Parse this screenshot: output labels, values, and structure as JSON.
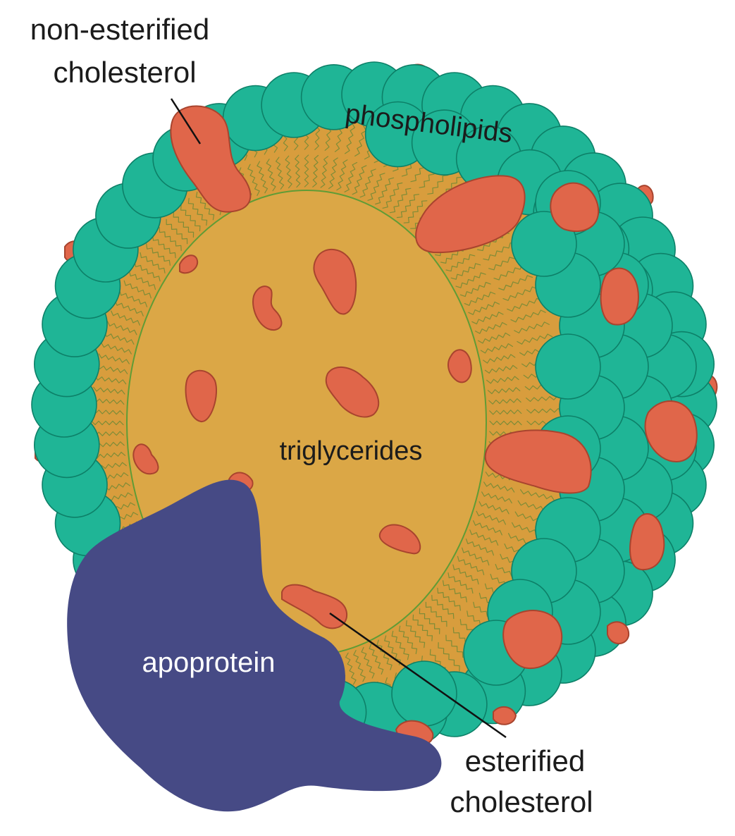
{
  "labels": {
    "non_esterified_cholesterol": {
      "line1": "non-esterified",
      "line2": "cholesterol"
    },
    "phospholipids": "phospholipids",
    "triglycerides": "triglycerides",
    "apoprotein": "apoprotein",
    "esterified_cholesterol": {
      "line1": "esterified",
      "line2": "cholesterol"
    }
  },
  "colors": {
    "phospholipid_head": "#1fb596",
    "phospholipid_outline": "#0d8068",
    "lipid_layer": "#d89d3d",
    "triglyceride_core": "#dba746",
    "core_outline": "#5f9c36",
    "lipid_tail": "#6e8a36",
    "cholesterol": "#e0664a",
    "cholesterol_outline": "#a8442e",
    "apoprotein": "#464a85"
  }
}
